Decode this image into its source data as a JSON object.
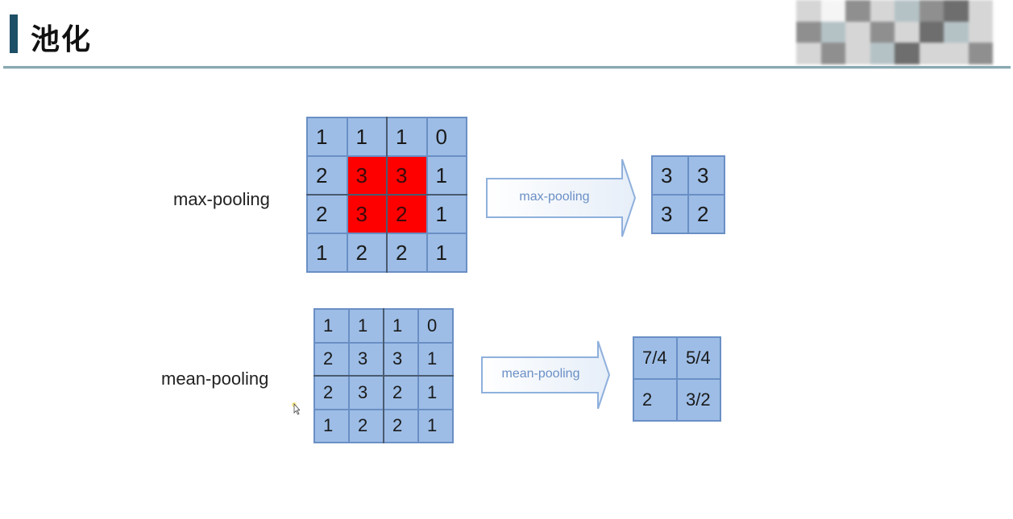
{
  "slide": {
    "title": "池化"
  },
  "max_pooling": {
    "label": "max-pooling",
    "input": [
      [
        "1",
        "1",
        "1",
        "0"
      ],
      [
        "2",
        "3",
        "3",
        "1"
      ],
      [
        "2",
        "3",
        "2",
        "1"
      ],
      [
        "1",
        "2",
        "2",
        "1"
      ]
    ],
    "arrow_label": "max-pooling",
    "output": [
      [
        "3",
        "3"
      ],
      [
        "3",
        "2"
      ]
    ],
    "highlight_color": "#ff0000"
  },
  "mean_pooling": {
    "label": "mean-pooling",
    "input": [
      [
        "1",
        "1",
        "1",
        "0"
      ],
      [
        "2",
        "3",
        "3",
        "1"
      ],
      [
        "2",
        "3",
        "2",
        "1"
      ],
      [
        "1",
        "2",
        "2",
        "1"
      ]
    ],
    "arrow_label": "mean-pooling",
    "output": [
      [
        "7/4",
        "5/4"
      ],
      [
        "2",
        "3/2"
      ]
    ]
  },
  "colors": {
    "cell": "#9dbde6",
    "grid_line": "#6a8fc5",
    "accent": "#1d4f66"
  }
}
